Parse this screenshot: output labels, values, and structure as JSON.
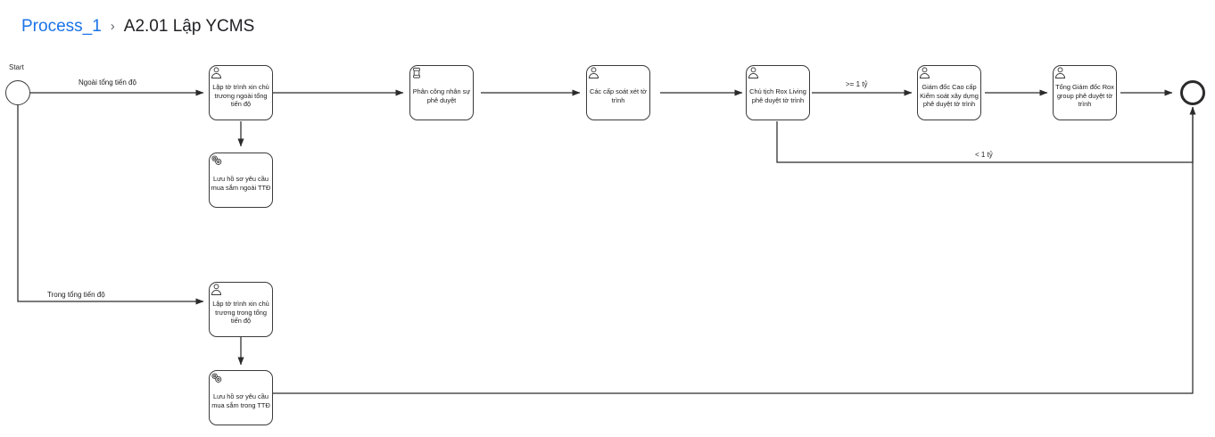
{
  "breadcrumb": {
    "root": "Process_1",
    "separator": "›",
    "current": "A2.01 Lập YCMS"
  },
  "colors": {
    "link": "#1a73e8",
    "text": "#202124",
    "stroke": "#3b3b3b",
    "end_stroke": "#2b2b2b",
    "canvas": "#ffffff"
  },
  "diagram": {
    "type": "bpmn-process",
    "events": [
      {
        "id": "start",
        "kind": "start-event",
        "caption": "Start"
      },
      {
        "id": "end",
        "kind": "end-event",
        "caption": ""
      }
    ],
    "tasks": [
      {
        "id": "t1",
        "kind": "user-task",
        "icon": "user-icon",
        "label": "Lập tờ trình xin chủ trương ngoài tổng tiến độ"
      },
      {
        "id": "t2",
        "kind": "service-task",
        "icon": "gear-icon",
        "label": "Lưu hồ sơ yêu cầu mua sắm ngoài TTĐ"
      },
      {
        "id": "t3",
        "kind": "script-task",
        "icon": "script-icon",
        "label": "Phân công nhân sự phê duyệt"
      },
      {
        "id": "t4",
        "kind": "user-task",
        "icon": "user-icon",
        "label": "Các cấp soát xét tờ trình"
      },
      {
        "id": "t5",
        "kind": "user-task",
        "icon": "user-icon",
        "label": "Chủ tịch Rox Living phê duyệt tờ trình"
      },
      {
        "id": "t6",
        "kind": "user-task",
        "icon": "user-icon",
        "label": "Giám đốc Cao cấp Kiểm soát xây dựng phê duyệt tờ trình"
      },
      {
        "id": "t7",
        "kind": "user-task",
        "icon": "user-icon",
        "label": "Tổng Giám đốc Rox group phê duyệt tờ trình"
      },
      {
        "id": "t8",
        "kind": "user-task",
        "icon": "user-icon",
        "label": "Lập tờ trình xin chủ trương trong tổng tiến độ"
      },
      {
        "id": "t9",
        "kind": "service-task",
        "icon": "gear-icon",
        "label": "Lưu hồ sơ yêu cầu mua sắm trong TTĐ"
      }
    ],
    "flow_labels": [
      {
        "id": "f1",
        "text": "Ngoài tổng tiến độ"
      },
      {
        "id": "f2",
        "text": "Trong tổng tiến độ"
      },
      {
        "id": "f3",
        "text": ">= 1 tỷ"
      },
      {
        "id": "f4",
        "text": "< 1 tỷ"
      }
    ]
  }
}
